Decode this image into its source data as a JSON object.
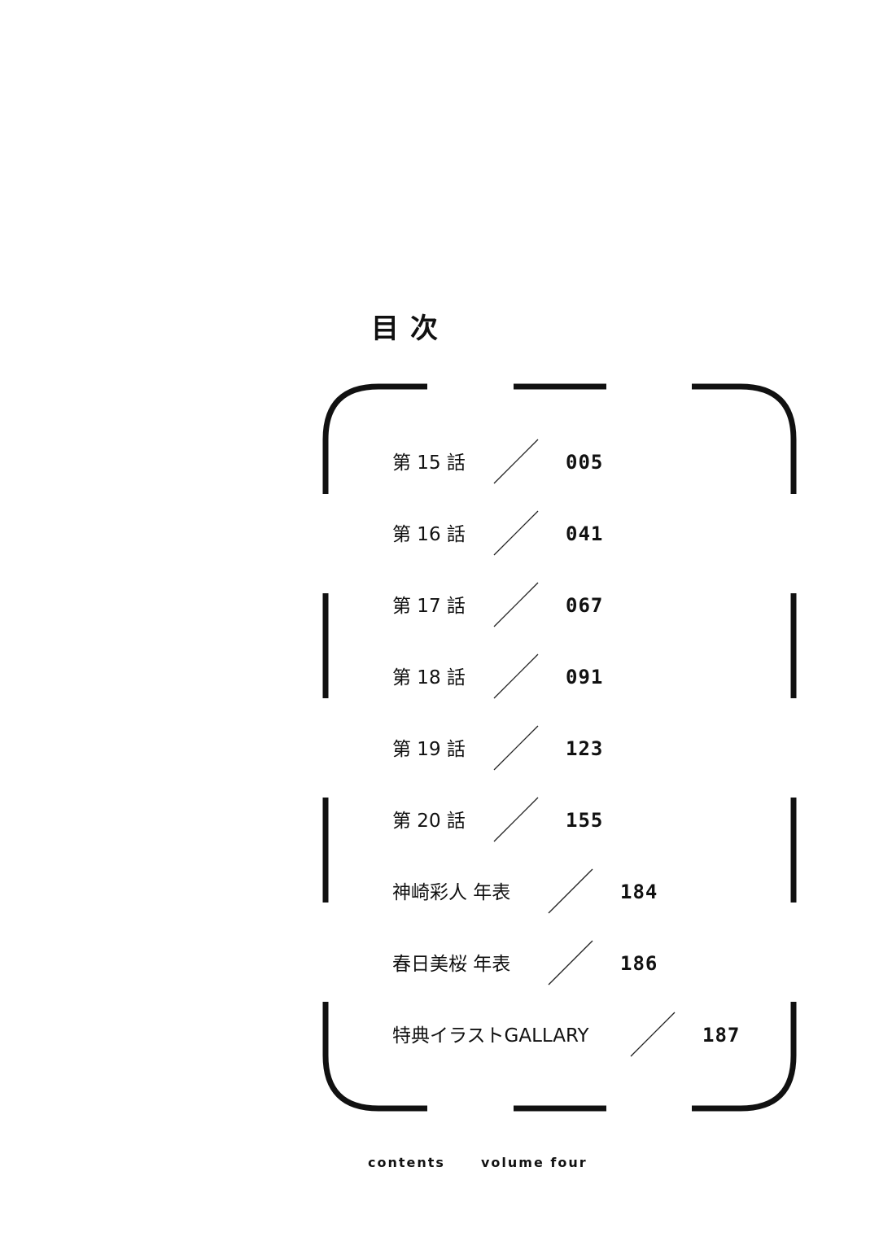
{
  "title": "目次",
  "toc": [
    {
      "label": "第 15 話",
      "page": "005"
    },
    {
      "label": "第 16 話",
      "page": "041"
    },
    {
      "label": "第 17 話",
      "page": "067"
    },
    {
      "label": "第 18 話",
      "page": "091"
    },
    {
      "label": "第 19 話",
      "page": "123"
    },
    {
      "label": "第 20 話",
      "page": "155"
    },
    {
      "label": "神崎彩人 年表",
      "page": "184"
    },
    {
      "label": "春日美桜 年表",
      "page": "186"
    },
    {
      "label": "特典イラストGALLARY",
      "page": "187"
    }
  ],
  "footer": {
    "left": "contents",
    "right": "volume four"
  }
}
